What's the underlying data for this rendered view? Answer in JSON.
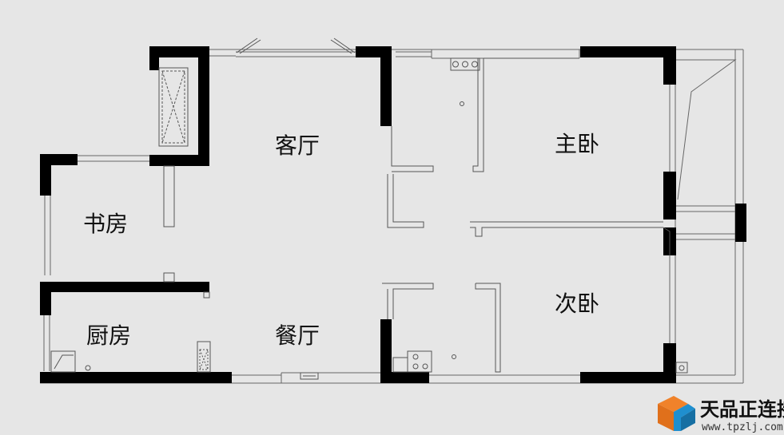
{
  "rooms": {
    "living": "客厅",
    "master_bedroom": "主卧",
    "study": "书房",
    "second_bedroom": "次卧",
    "kitchen": "厨房",
    "dining": "餐厅"
  },
  "brand": {
    "name": "天品正连接",
    "url": "www.tpzlj.com"
  },
  "colors": {
    "background": "#e6e6e6",
    "floor": "#e6e6e6",
    "wall": "#000000",
    "line": "#555555",
    "brand_orange": "#f0822a",
    "brand_blue": "#1f8fcf"
  }
}
